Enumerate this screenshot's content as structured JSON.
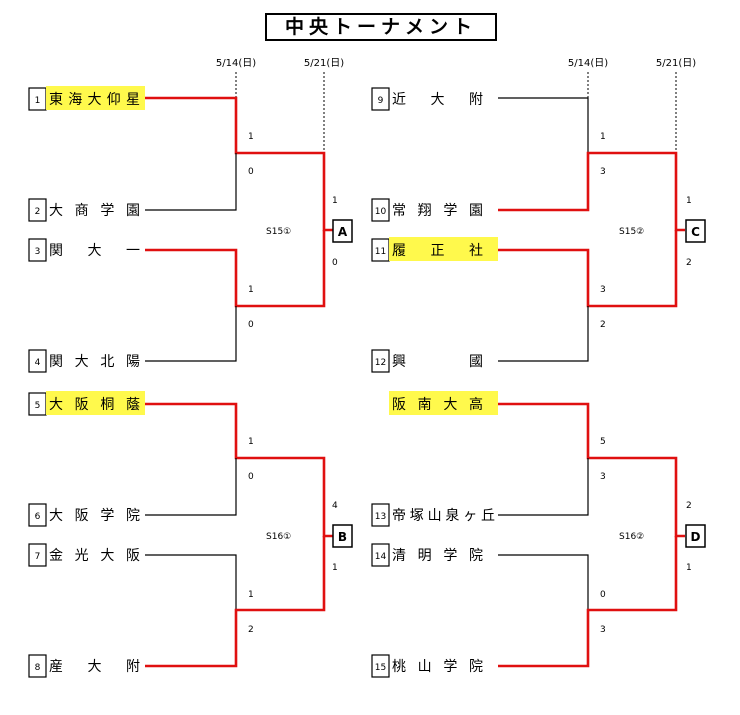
{
  "title": "中央トーナメント",
  "dates": {
    "round1": "5/14(日)",
    "round2": "5/21(日)"
  },
  "teams": {
    "t1": {
      "seed": "1",
      "name": "東海大仰星",
      "highlight": true
    },
    "t2": {
      "seed": "2",
      "name": "大商学園",
      "highlight": false
    },
    "t3": {
      "seed": "3",
      "name": "関　大　一",
      "highlight": false
    },
    "t4": {
      "seed": "4",
      "name": "関大北陽",
      "highlight": false
    },
    "t5": {
      "seed": "5",
      "name": "大阪桐蔭",
      "highlight": true
    },
    "t6": {
      "seed": "6",
      "name": "大阪学院",
      "highlight": false
    },
    "t7": {
      "seed": "7",
      "name": "金光大阪",
      "highlight": false
    },
    "t8": {
      "seed": "8",
      "name": "産　大　附",
      "highlight": false
    },
    "t9": {
      "seed": "9",
      "name": "近　大　附",
      "highlight": false
    },
    "t10": {
      "seed": "10",
      "name": "常翔学園",
      "highlight": false
    },
    "t11": {
      "seed": "11",
      "name": "履　正　社",
      "highlight": true
    },
    "t12": {
      "seed": "12",
      "name": "興　　　國",
      "highlight": false
    },
    "t13": {
      "seed": "",
      "name": "阪南大高",
      "highlight": true
    },
    "t14": {
      "seed": "13",
      "name": "帝塚山泉ヶ丘",
      "highlight": false
    },
    "t15": {
      "seed": "14",
      "name": "清明学院",
      "highlight": false
    },
    "t16": {
      "seed": "15",
      "name": "桃山学院",
      "highlight": false
    }
  },
  "blocks": {
    "s15a": {
      "label": "S15①",
      "result": "A",
      "scores": {
        "m1a": "1",
        "m1b": "0",
        "m2a": "1",
        "m2b": "0",
        "fa": "1",
        "fb": "0"
      }
    },
    "s15b": {
      "label": "S15②",
      "result": "C",
      "scores": {
        "m1a": "1",
        "m1b": "3",
        "m2a": "3",
        "m2b": "2",
        "fa": "1",
        "fb": "2"
      }
    },
    "s16a": {
      "label": "S16①",
      "result": "B",
      "scores": {
        "m1a": "1",
        "m1b": "0",
        "m2a": "1",
        "m2b": "2",
        "fa": "4",
        "fb": "1"
      }
    },
    "s16b": {
      "label": "S16②",
      "result": "D",
      "scores": {
        "m1a": "5",
        "m1b": "3",
        "m2a": "0",
        "m2b": "3",
        "fa": "2",
        "fb": "1"
      }
    }
  },
  "colors": {
    "winner_line": "#e01010",
    "highlight": "#fff94c"
  }
}
